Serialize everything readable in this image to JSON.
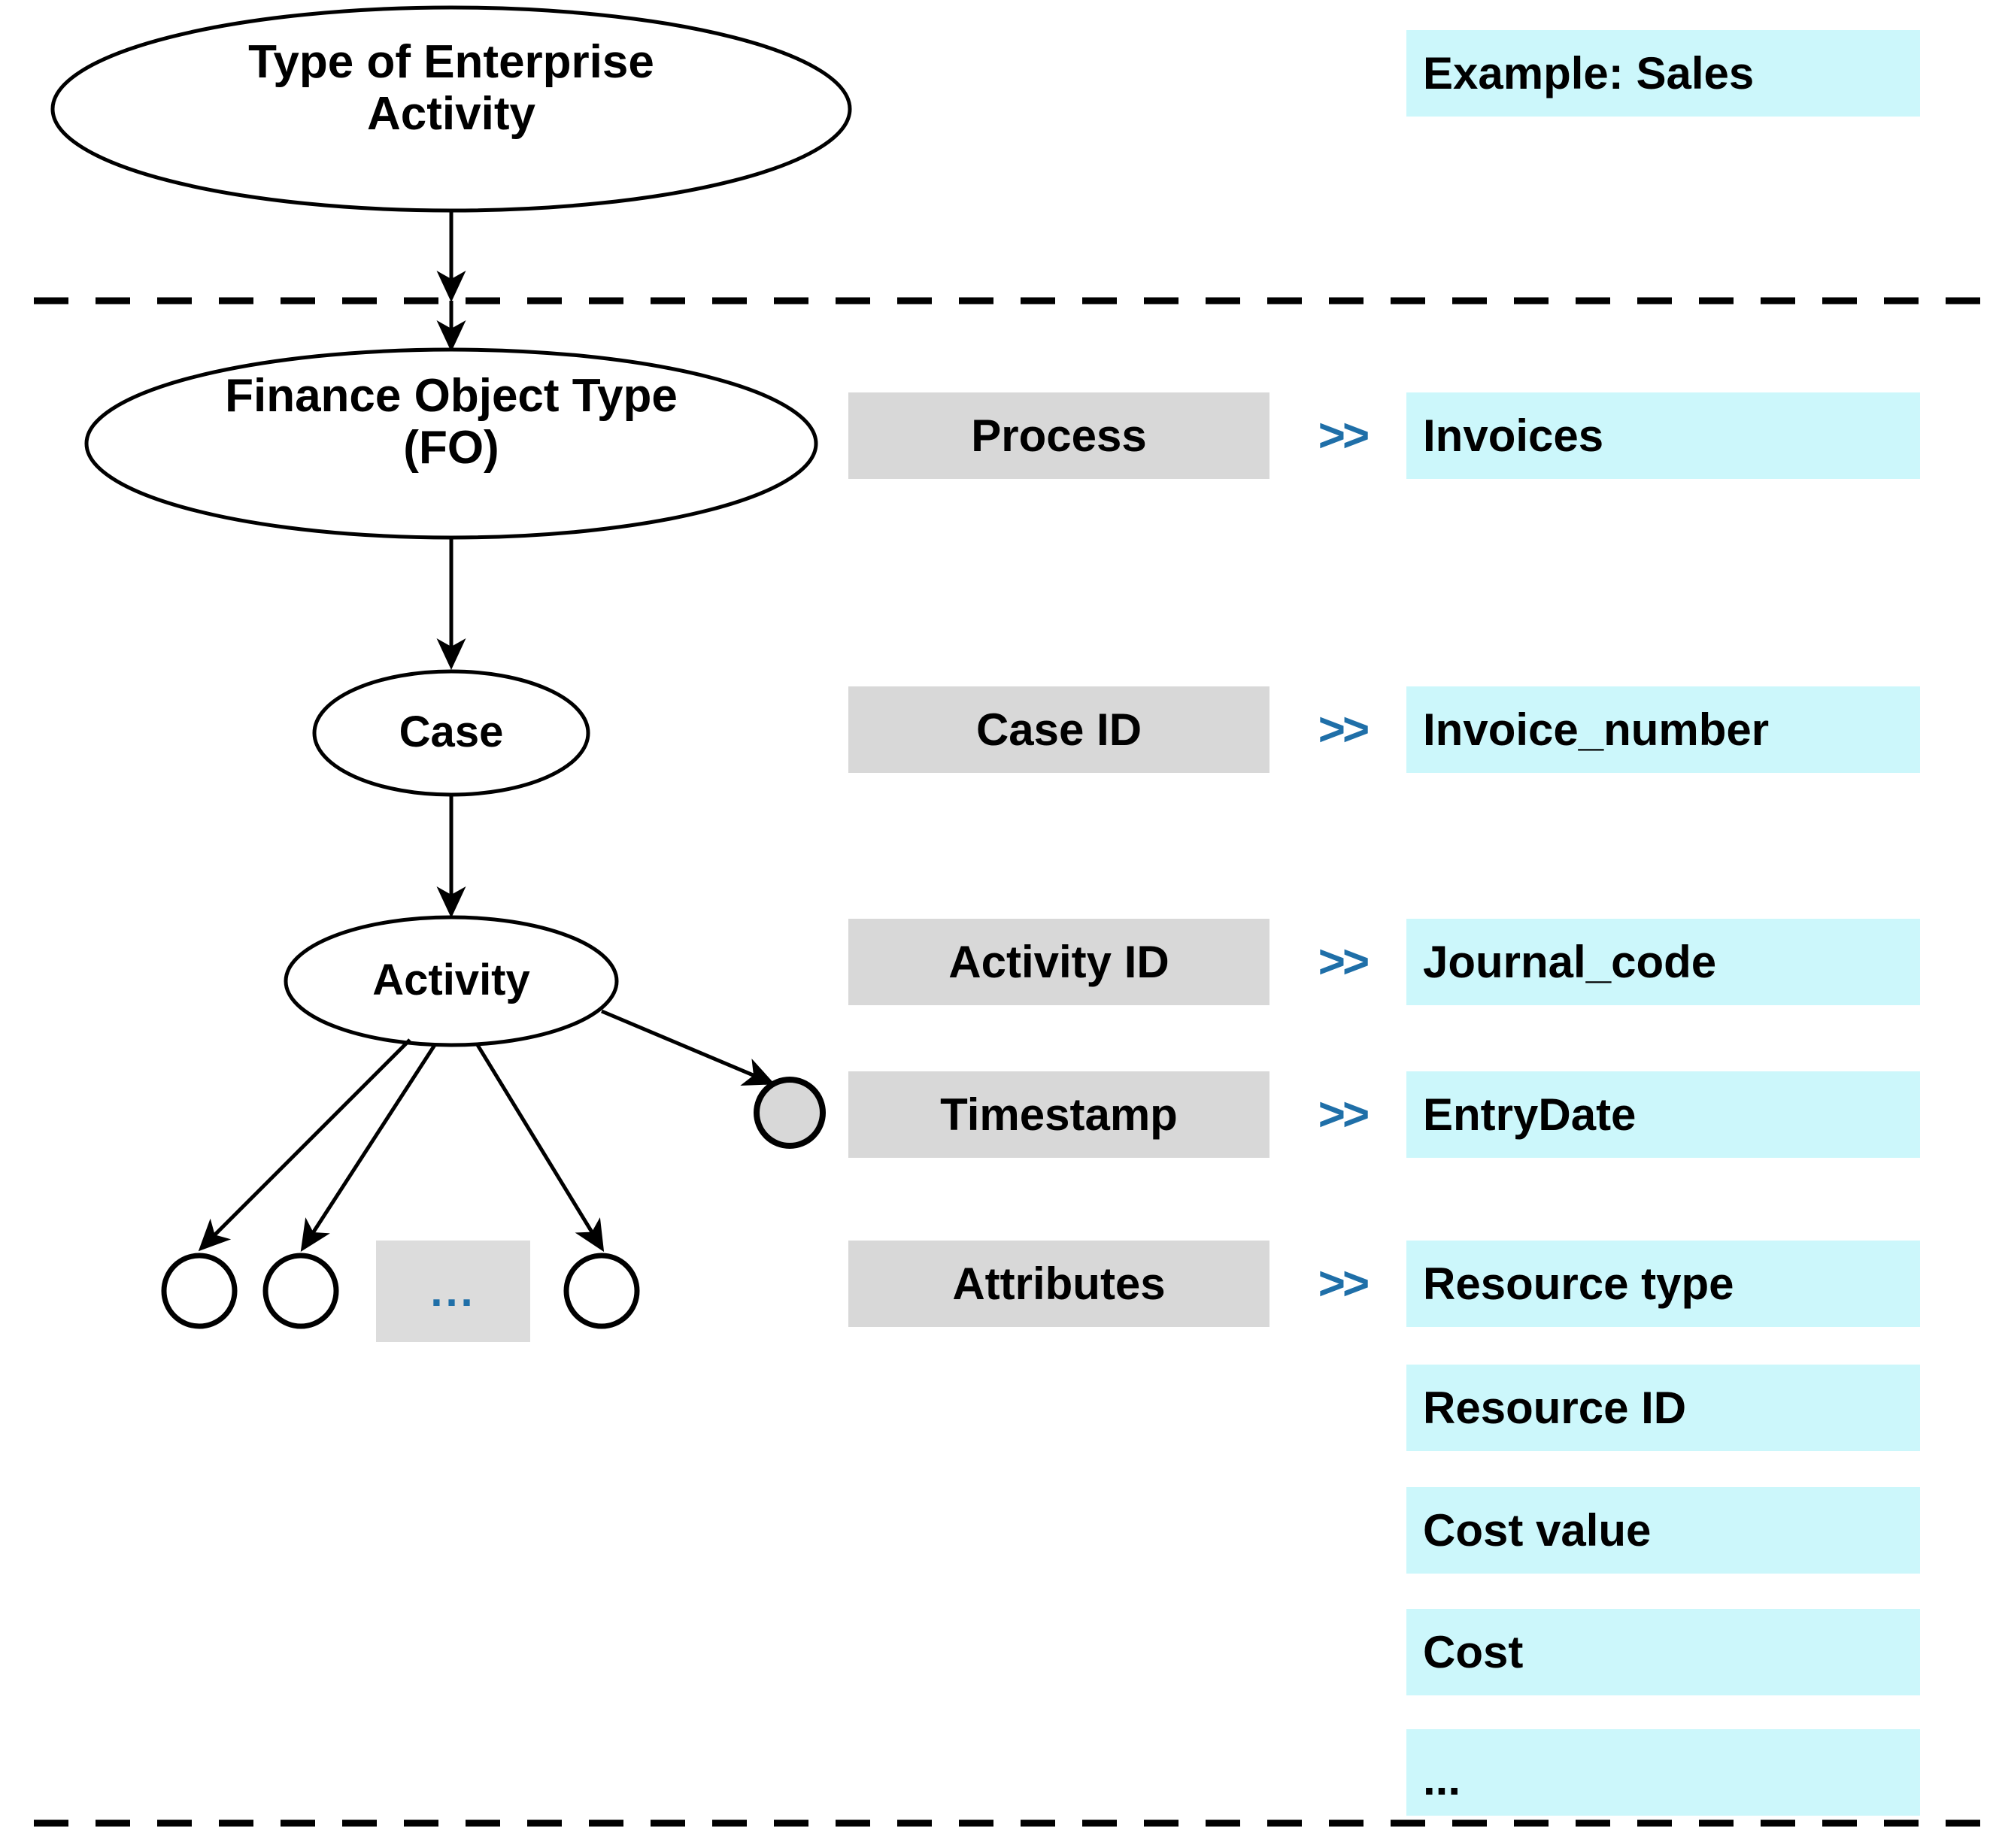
{
  "diagram": {
    "title_hint": "Type of Enterprise Activity hierarchy mapped to a Sales example",
    "colors": {
      "cyan_fill": "#ccf7fb",
      "gray_fill": "#d8d8d8",
      "ellipsis_box_fill": "#dcdcdc",
      "accent_blue": "#1f6fa8",
      "stroke": "#000000"
    },
    "nodes": {
      "type_of_enterprise_activity": "Type of Enterprise\nActivity",
      "finance_object_type": "Finance Object Type\n(FO)",
      "case": "Case",
      "activity": "Activity"
    },
    "attribute_nodes": {
      "ellipsis": "..."
    }
  },
  "example": {
    "header": "Example: Sales"
  },
  "mappings": [
    {
      "key": "Process",
      "separator": ">>",
      "value": "Invoices"
    },
    {
      "key": "Case ID",
      "separator": ">>",
      "value": "Invoice_number"
    },
    {
      "key": "Activity ID",
      "separator": ">>",
      "value": "Journal_code"
    },
    {
      "key": "Timestamp",
      "separator": ">>",
      "value": "EntryDate"
    },
    {
      "key": "Attributes",
      "separator": ">>",
      "value": "Resource type"
    }
  ],
  "extra_attributes": [
    "Resource ID",
    "Cost value",
    "Cost",
    "..."
  ]
}
